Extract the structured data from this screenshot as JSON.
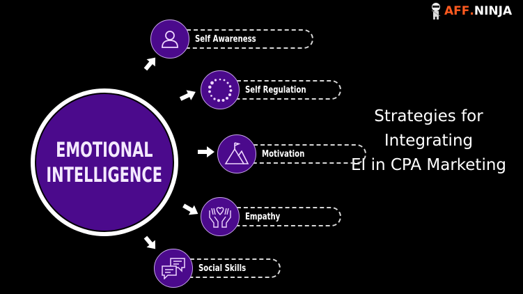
{
  "logo": {
    "brand_accent": "AFF",
    "brand_dot": ".",
    "brand_main": "NINJA",
    "accent_color": "#ff5a1f",
    "icon": "ninja-mascot-icon"
  },
  "center": {
    "line1": "EMOTIONAL",
    "line2": "INTELLIGENCE",
    "fill_color": "#4b0a8c",
    "border_color": "#ffffff"
  },
  "nodes": [
    {
      "label": "Self Awareness",
      "icon": "person-icon"
    },
    {
      "label": "Self Regulation",
      "icon": "dotted-circle-icon"
    },
    {
      "label": "Motivation",
      "icon": "mountain-flag-icon"
    },
    {
      "label": "Empathy",
      "icon": "hands-heart-icon"
    },
    {
      "label": "Social Skills",
      "icon": "chat-bubbles-icon"
    }
  ],
  "side_title": {
    "line1": "Strategies for",
    "line2": "Integrating",
    "line3": "EI in CPA Marketing"
  },
  "colors": {
    "background": "#000000",
    "purple": "#4b0a8c",
    "icon_stroke": "#f0d8ff",
    "text": "#ffffff"
  }
}
